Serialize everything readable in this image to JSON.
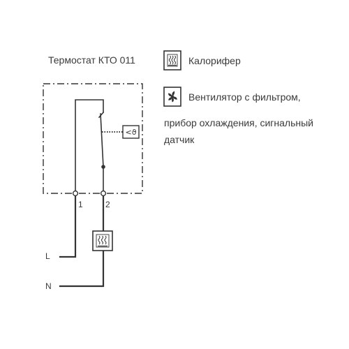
{
  "title": "Термостат КТО 011",
  "legend": {
    "heater": "Калорифер",
    "fan_line1": "Вентилятор с фильтром,",
    "fan_line2": "прибор охлаждения, сигнальный",
    "fan_line3": "датчик"
  },
  "sensor_symbol": "<ϑ",
  "terminals": {
    "t1": "1",
    "t2": "2"
  },
  "lines": {
    "l": "L",
    "n": "N"
  },
  "icons": {
    "heater": "heater-icon",
    "fan": "fan-icon"
  },
  "colors": {
    "line": "#333333",
    "text": "#3a3a3a"
  }
}
